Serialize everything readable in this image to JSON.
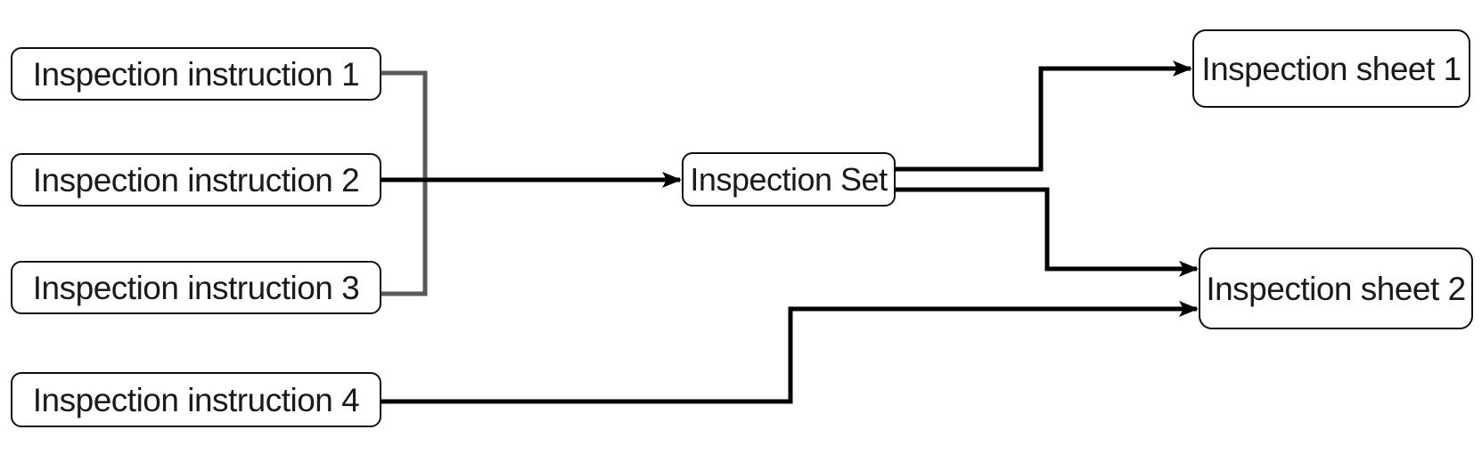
{
  "diagram": {
    "type": "flow-diagram",
    "background": "#ffffff",
    "colors": {
      "node_fill": "#ffffff",
      "node_border": "#0f0f0f",
      "node_text": "#1a1a1a",
      "connector": "#000000",
      "group_bracket": "#595959"
    },
    "nodes": {
      "instruction1": {
        "label": "Inspection instruction 1"
      },
      "instruction2": {
        "label": "Inspection instruction 2"
      },
      "instruction3": {
        "label": "Inspection instruction 3"
      },
      "instruction4": {
        "label": "Inspection instruction 4"
      },
      "set": {
        "label": "Inspection Set"
      },
      "sheet1": {
        "label": "Inspection sheet 1"
      },
      "sheet2": {
        "label": "Inspection sheet 2"
      }
    },
    "edges": [
      {
        "from": "Inspection instruction 1",
        "to": "Inspection Set",
        "style": "grouped-by-bracket"
      },
      {
        "from": "Inspection instruction 2",
        "to": "Inspection Set",
        "style": "arrow"
      },
      {
        "from": "Inspection instruction 3",
        "to": "Inspection Set",
        "style": "grouped-by-bracket"
      },
      {
        "from": "Inspection Set",
        "to": "Inspection sheet 1",
        "style": "arrow"
      },
      {
        "from": "Inspection Set",
        "to": "Inspection sheet 2",
        "style": "arrow"
      },
      {
        "from": "Inspection instruction 4",
        "to": "Inspection sheet 2",
        "style": "arrow"
      }
    ]
  }
}
